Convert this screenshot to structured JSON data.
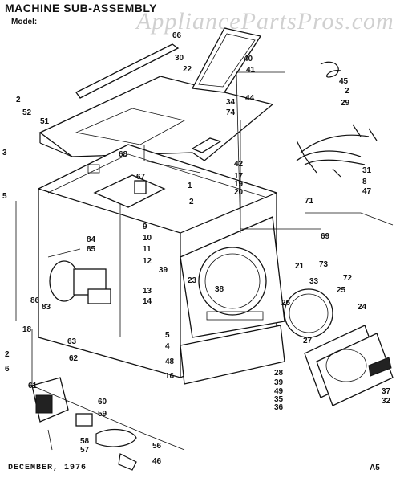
{
  "header": {
    "title": "MACHINE SUB-ASSEMBLY",
    "model_label": "Model:"
  },
  "watermark": "AppliancePartsPros.com",
  "footer": {
    "date": "DECEMBER, 1976",
    "code": "A5"
  },
  "callouts": [
    "66",
    "30",
    "22",
    "40",
    "41",
    "45",
    "2",
    "29",
    "44",
    "34",
    "74",
    "2",
    "52",
    "51",
    "3",
    "5",
    "68",
    "67",
    "42",
    "17",
    "19",
    "20",
    "1",
    "2",
    "71",
    "31",
    "8",
    "47",
    "9",
    "10",
    "11",
    "69",
    "84",
    "85",
    "12",
    "39",
    "13",
    "14",
    "23",
    "38",
    "21",
    "73",
    "72",
    "33",
    "25",
    "86",
    "83",
    "18",
    "26",
    "24",
    "27",
    "28",
    "39",
    "49",
    "35",
    "36",
    "63",
    "2",
    "6",
    "62",
    "5",
    "4",
    "48",
    "16",
    "61",
    "60",
    "59",
    "58",
    "57",
    "56",
    "46",
    "37",
    "32"
  ]
}
